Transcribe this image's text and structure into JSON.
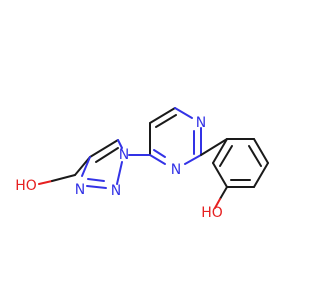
{
  "molecule": {
    "atoms": {
      "n_triazole_1": "N",
      "n_triazole_2": "N",
      "n_triazole_3": "N",
      "n_pyrimidine_1": "N",
      "n_pyrimidine_3": "N",
      "hydroxymethyl_oh": "HO",
      "phenol_oh": "HO"
    },
    "colors": {
      "bond": "#1a1a1a",
      "nitrogen": "#3333e6",
      "oxygen": "#e62020",
      "background": "#ffffff"
    }
  }
}
